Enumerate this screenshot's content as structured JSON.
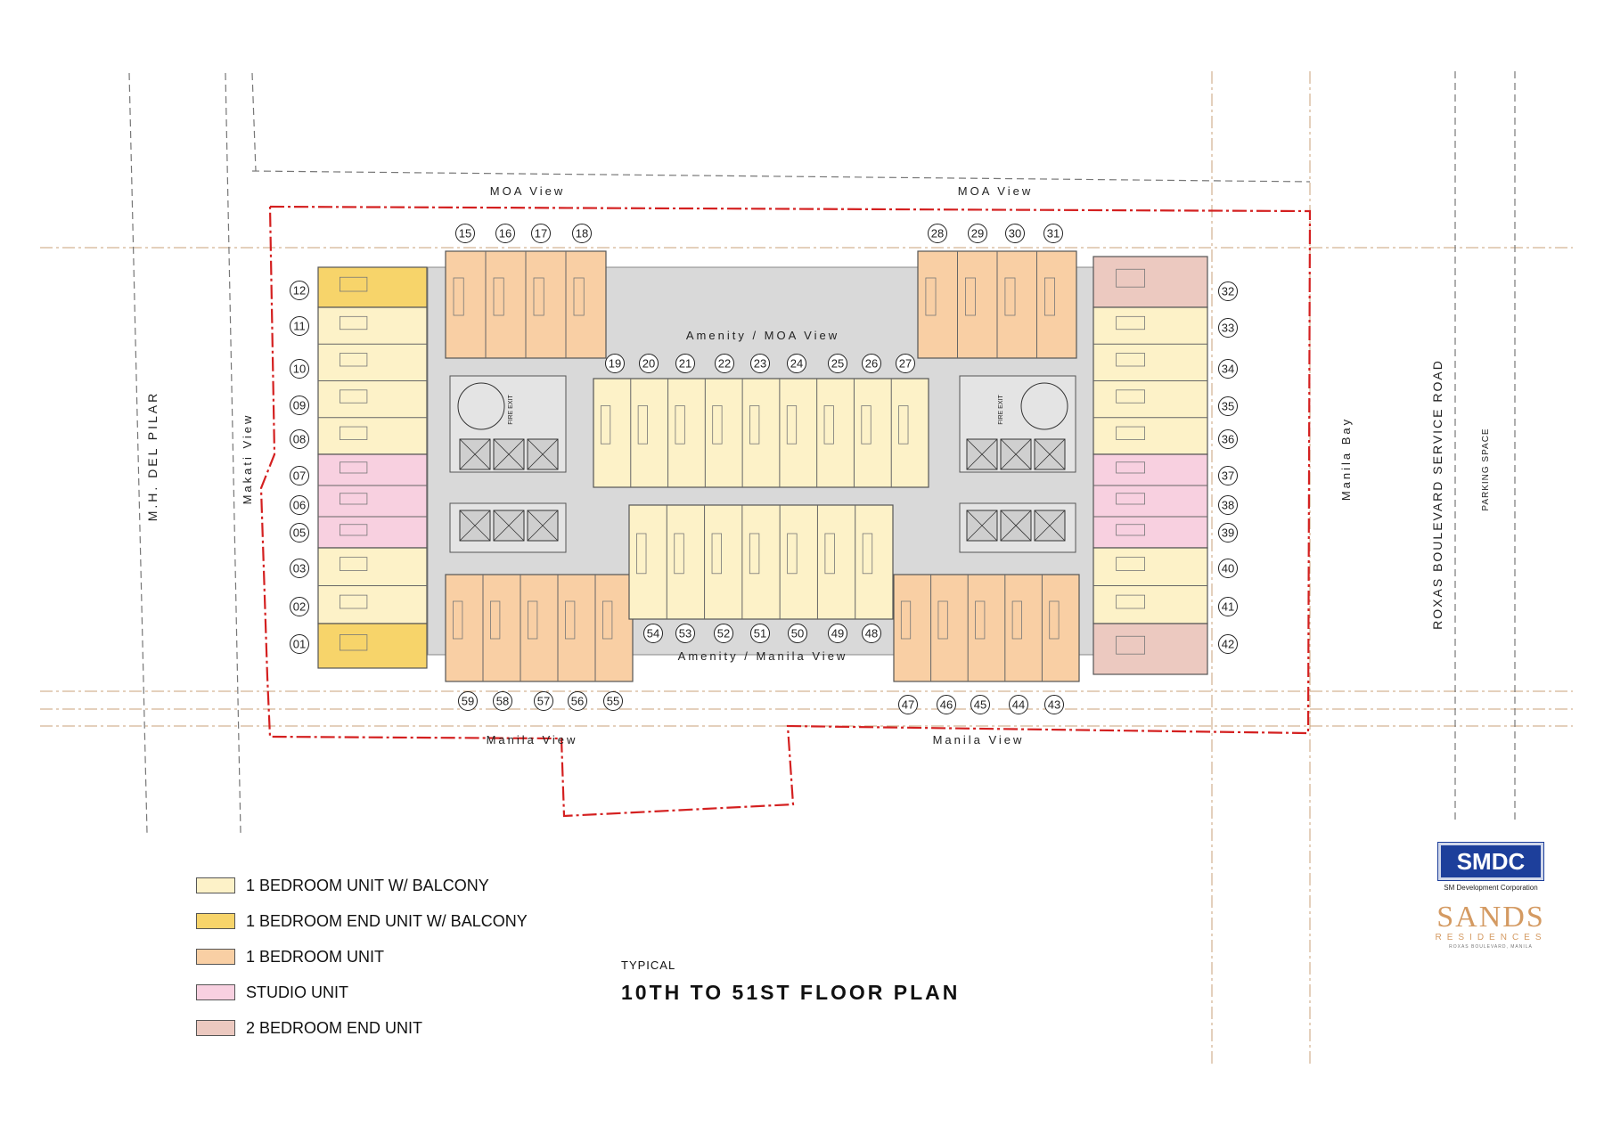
{
  "colors": {
    "one_br_balcony": "#fdf2c8",
    "one_br_end_balcony": "#f7d46a",
    "one_br": "#f9cfa4",
    "studio": "#f8d0e0",
    "two_br_end": "#ecc9c0",
    "corridor": "#d9d9d9",
    "property_line": "#d42020",
    "grid_line": "#c9a27a",
    "road_line": "#777777"
  },
  "labels": {
    "moa_view_left": "MOA View",
    "moa_view_right": "MOA View",
    "manila_view_left": "Manila View",
    "manila_view_right": "Manila View",
    "amenity_moa": "Amenity / MOA View",
    "amenity_manila": "Amenity / Manila View",
    "makati_view": "Makati View",
    "mh_del_pilar": "M.H. DEL PILAR",
    "manila_bay": "Manila Bay",
    "roxas_service_road": "ROXAS BOULEVARD SERVICE ROAD",
    "parking_space": "PARKING SPACE",
    "fire_exit": "FIRE EXIT"
  },
  "units": {
    "top_left": [
      "15",
      "16",
      "17",
      "18"
    ],
    "top_right": [
      "28",
      "29",
      "30",
      "31"
    ],
    "left": [
      "12",
      "11",
      "10",
      "09",
      "08",
      "07",
      "06",
      "05",
      "03",
      "02",
      "01"
    ],
    "right": [
      "32",
      "33",
      "34",
      "35",
      "36",
      "37",
      "38",
      "39",
      "40",
      "41",
      "42"
    ],
    "center_top": [
      "19",
      "20",
      "21",
      "22",
      "23",
      "24",
      "25",
      "26",
      "27"
    ],
    "center_bottom": [
      "54",
      "53",
      "52",
      "51",
      "50",
      "49",
      "48"
    ],
    "bottom_left": [
      "59",
      "58",
      "57",
      "56",
      "55"
    ],
    "bottom_right": [
      "47",
      "46",
      "45",
      "44",
      "43"
    ]
  },
  "legend": [
    {
      "label": "1 BEDROOM UNIT W/ BALCONY",
      "color": "#fdf2c8"
    },
    {
      "label": "1 BEDROOM END UNIT W/ BALCONY",
      "color": "#f7d46a"
    },
    {
      "label": "1 BEDROOM UNIT",
      "color": "#f9cfa4"
    },
    {
      "label": "STUDIO UNIT",
      "color": "#f8d0e0"
    },
    {
      "label": "2 BEDROOM END UNIT",
      "color": "#ecc9c0"
    }
  ],
  "title": {
    "subtitle": "TYPICAL",
    "main": "10TH TO 51ST FLOOR PLAN"
  },
  "brand": {
    "logo": "SMDC",
    "company": "SM Development Corporation",
    "project": "SANDS",
    "project_sub": "RESIDENCES",
    "location": "ROXAS BOULEVARD, MANILA"
  }
}
